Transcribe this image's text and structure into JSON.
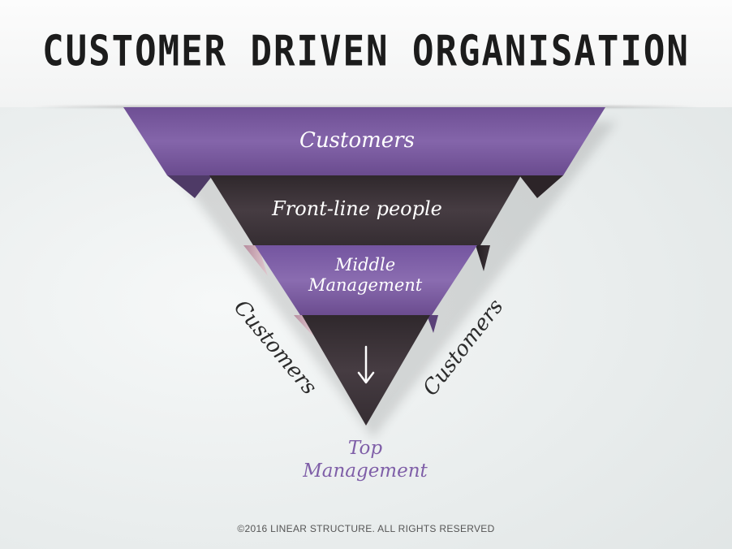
{
  "title": "CUSTOMER DRIVEN ORGANISATION",
  "layers": [
    {
      "label": "Customers"
    },
    {
      "label": "Front-line people"
    },
    {
      "label": "Middle Management"
    },
    {
      "label": "Top Management"
    }
  ],
  "side_labels": {
    "left": "Customers",
    "right": "Customers"
  },
  "arrow_icon": "arrow-down-icon",
  "footer": "©2016 LINEAR STRUCTURE. ALL RIGHTS RESERVED",
  "colors": {
    "purple": "#7e5fa4",
    "dark": "#3a3236",
    "top_text": "#7f5fa8",
    "title": "#1c1c1c"
  }
}
